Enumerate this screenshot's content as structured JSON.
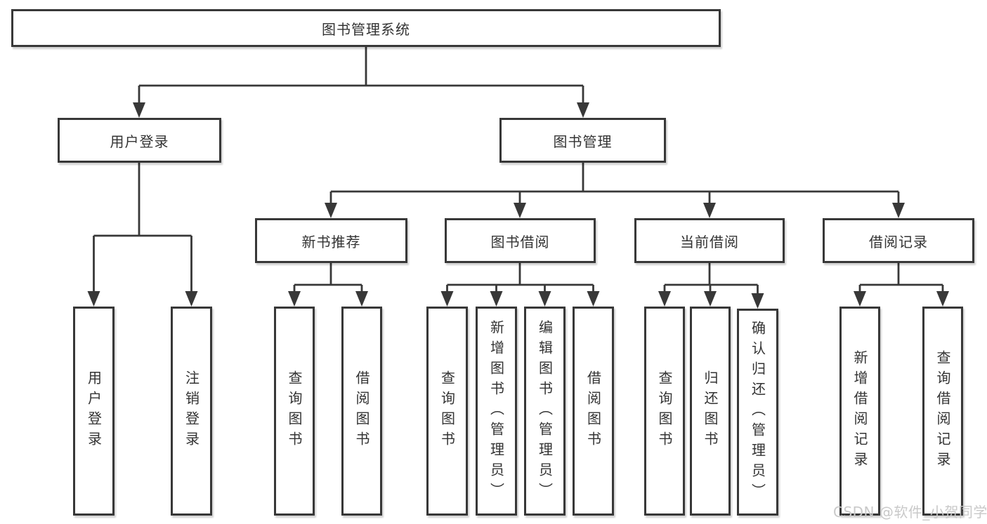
{
  "tree": {
    "root": {
      "label": "图书管理系统"
    },
    "branches": [
      {
        "label": "用户登录",
        "children": [
          {
            "label": "用户登录"
          },
          {
            "label": "注销登录"
          }
        ]
      },
      {
        "label": "图书管理",
        "children": [
          {
            "label": "新书推荐",
            "children": [
              {
                "label": "查询图书"
              },
              {
                "label": "借阅图书"
              }
            ]
          },
          {
            "label": "图书借阅",
            "children": [
              {
                "label": "查询图书"
              },
              {
                "label": "新增图书（管理员）"
              },
              {
                "label": "编辑图书（管理员）"
              },
              {
                "label": "借阅图书"
              }
            ]
          },
          {
            "label": "当前借阅",
            "children": [
              {
                "label": "查询图书"
              },
              {
                "label": "归还图书"
              },
              {
                "label": "确认归还（管理员）"
              }
            ]
          },
          {
            "label": "借阅记录",
            "children": [
              {
                "label": "新增借阅记录"
              },
              {
                "label": "查询借阅记录"
              }
            ]
          }
        ]
      }
    ]
  },
  "watermark": {
    "text": "CSDN @软件_小贺同学"
  },
  "colors": {
    "line": "#383838",
    "box_border": "#383838",
    "text": "#333333",
    "background": "#ffffff",
    "watermark": "#c9c9c9"
  }
}
